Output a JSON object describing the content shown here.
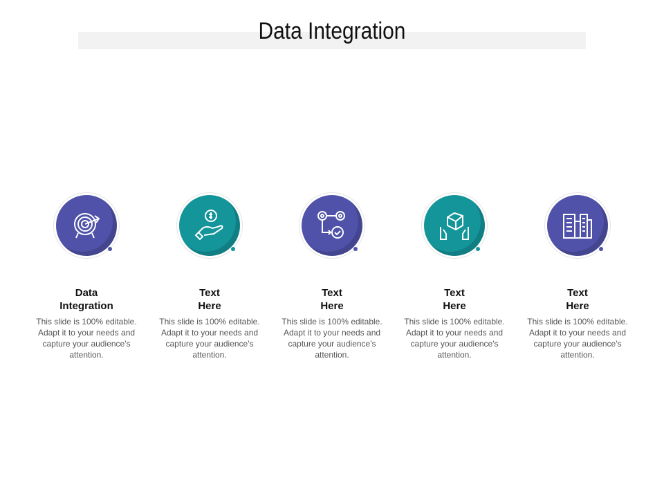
{
  "title": "Data Integration",
  "colors": {
    "purple": "#4f52a8",
    "teal": "#13959a"
  },
  "items": [
    {
      "heading_line1": "Data",
      "heading_line2": "Integration",
      "description": "This slide is 100% editable. Adapt it to your needs and capture your audience's attention.",
      "icon": "target-icon",
      "color": "#4f52a8"
    },
    {
      "heading_line1": "Text",
      "heading_line2": "Here",
      "description": "This slide is 100% editable. Adapt it to your needs and capture your audience's attention.",
      "icon": "hand-dollar-icon",
      "color": "#13959a"
    },
    {
      "heading_line1": "Text",
      "heading_line2": "Here",
      "description": "This slide is 100% editable. Adapt it to your needs and capture your audience's attention.",
      "icon": "gears-process-icon",
      "color": "#4f52a8"
    },
    {
      "heading_line1": "Text",
      "heading_line2": "Here",
      "description": "This slide is 100% editable. Adapt it to your needs and capture your audience's attention.",
      "icon": "hands-box-icon",
      "color": "#13959a"
    },
    {
      "heading_line1": "Text",
      "heading_line2": "Here",
      "description": "This slide is 100% editable. Adapt it to your needs and capture your audience's attention.",
      "icon": "buildings-icon",
      "color": "#4f52a8"
    }
  ]
}
